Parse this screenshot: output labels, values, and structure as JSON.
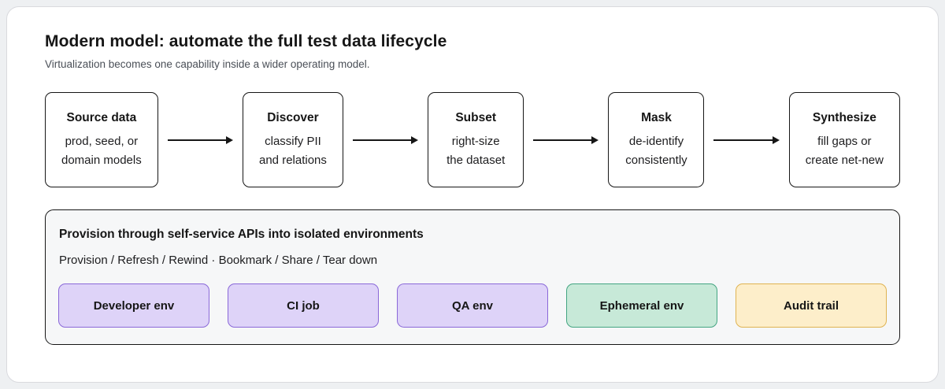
{
  "header": {
    "title": "Modern model: automate the full test data lifecycle",
    "subtitle": "Virtualization becomes one capability inside a wider operating model."
  },
  "pipeline": {
    "steps": [
      {
        "title": "Source data",
        "desc_line1": "prod, seed, or",
        "desc_line2": "domain models"
      },
      {
        "title": "Discover",
        "desc_line1": "classify PII",
        "desc_line2": "and relations"
      },
      {
        "title": "Subset",
        "desc_line1": "right-size",
        "desc_line2": "the dataset"
      },
      {
        "title": "Mask",
        "desc_line1": "de-identify",
        "desc_line2": "consistently"
      },
      {
        "title": "Synthesize",
        "desc_line1": "fill gaps or",
        "desc_line2": "create net-new"
      }
    ]
  },
  "provision": {
    "heading": "Provision through self-service APIs into isolated environments",
    "operations": "Provision / Refresh / Rewind · Bookmark / Share / Tear down",
    "chips": [
      {
        "label": "Developer env",
        "bg": "#ded3f8",
        "border": "#8a68d8"
      },
      {
        "label": "CI job",
        "bg": "#ded3f8",
        "border": "#8a68d8"
      },
      {
        "label": "QA env",
        "bg": "#ded3f8",
        "border": "#8a68d8"
      },
      {
        "label": "Ephemeral env",
        "bg": "#c7e9d8",
        "border": "#44a582"
      },
      {
        "label": "Audit trail",
        "bg": "#fdeeca",
        "border": "#dfb352"
      }
    ]
  }
}
